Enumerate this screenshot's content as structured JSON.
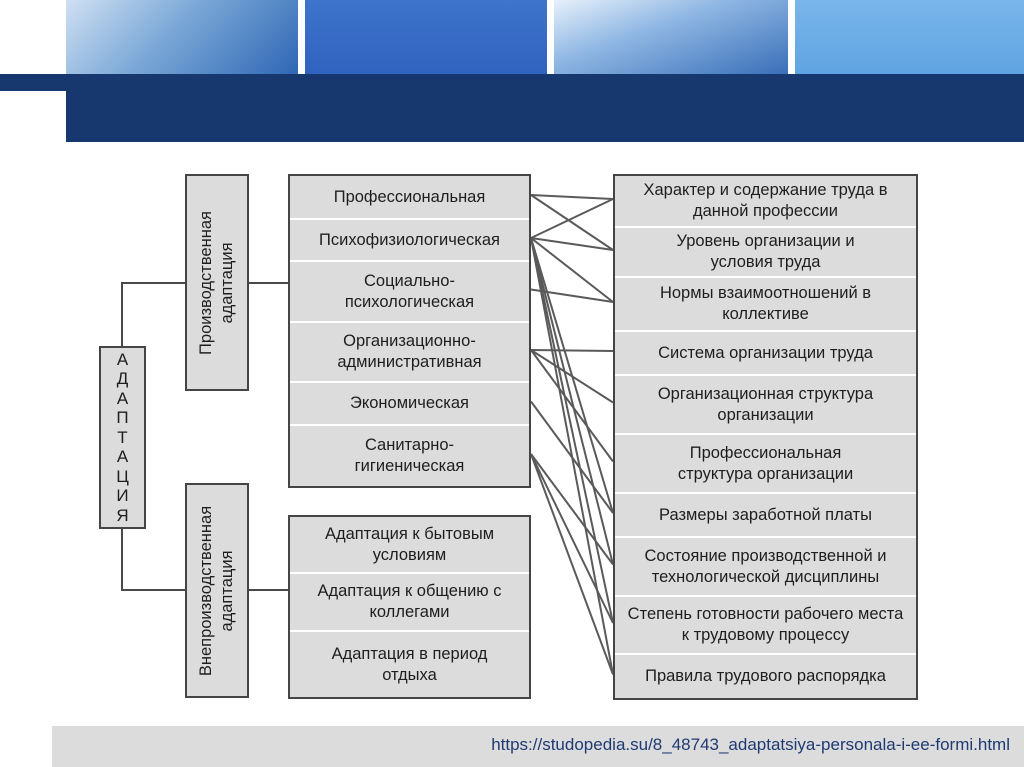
{
  "diagram": {
    "root": "АДАПТАЦИЯ",
    "categories": [
      {
        "id": "production",
        "label": "Производственная адаптация"
      },
      {
        "id": "nonproduction",
        "label": "Внепроизводственная адаптация"
      }
    ],
    "production_types": [
      "Профессиональная",
      "Психофизиологическая",
      "Социально-психологическая",
      "Организационно-административная",
      "Экономическая",
      "Санитарно-гигиеническая"
    ],
    "nonproduction_types": [
      "Адаптация к бытовым условиям",
      "Адаптация к общению с коллегами",
      "Адаптация в период отдыха"
    ],
    "factors": [
      "Характер и содержание труда в данной профессии",
      "Уровень организации и условия труда",
      "Нормы взаимоотношений в коллективе",
      "Система организации труда",
      "Организационная структура организации",
      "Профессиональная структура организации",
      "Размеры заработной платы",
      "Состояние производственной и технологической дисциплины",
      "Степень готовности рабочего места к трудовому процессу",
      "Правила трудового распорядка"
    ],
    "links": [
      [
        0,
        0
      ],
      [
        0,
        1
      ],
      [
        1,
        0
      ],
      [
        1,
        1
      ],
      [
        1,
        2
      ],
      [
        1,
        6
      ],
      [
        1,
        7
      ],
      [
        1,
        8
      ],
      [
        1,
        9
      ],
      [
        2,
        2
      ],
      [
        3,
        3
      ],
      [
        3,
        4
      ],
      [
        3,
        5
      ],
      [
        4,
        6
      ],
      [
        5,
        7
      ],
      [
        5,
        8
      ],
      [
        5,
        9
      ]
    ]
  },
  "footer": {
    "source_url": "https://studopedia.su/8_48743_adaptatsiya-personala-i-ee-formi.html"
  }
}
